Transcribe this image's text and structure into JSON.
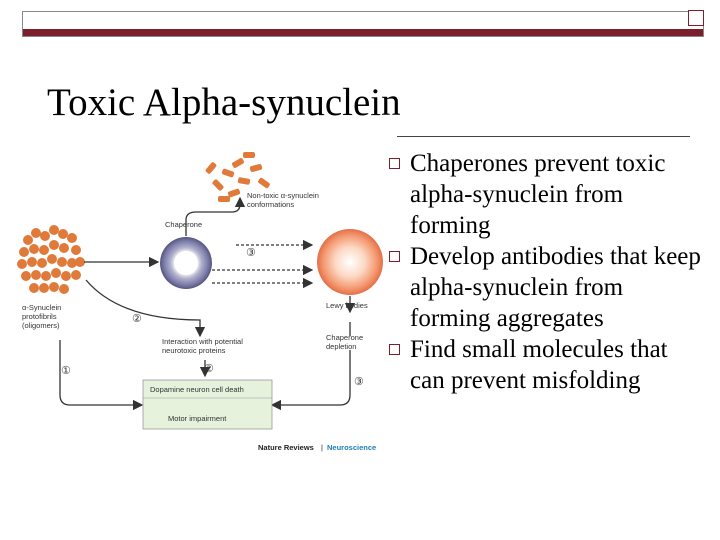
{
  "slide": {
    "title": "Toxic Alpha-synuclein",
    "bullets": [
      "Chaperones prevent toxic alpha-synuclein from forming",
      "Develop antibodies that keep alpha-synuclein from forming aggregates",
      "Find small molecules that can prevent misfolding"
    ]
  },
  "figure": {
    "labels": {
      "non_toxic": [
        "Non-toxic α-synuclein",
        "conformations"
      ],
      "chaperone": "Chaperone",
      "protofibrils": [
        "α-Synuclein",
        "protofibrils",
        "(oligomers)"
      ],
      "lewy_bodies": "Lewy bodies",
      "interaction": [
        "Interaction with potential",
        "neurotoxic proteins"
      ],
      "chaperone_depletion": [
        "Chaperone",
        "depletion"
      ],
      "cell_death": "Dopamine neuron cell death",
      "motor": "Motor impairment",
      "num1": "①",
      "num2": "②",
      "num3": "③"
    },
    "credit_left": "Nature Reviews",
    "credit_sep": "|",
    "credit_right": "Neuroscience"
  },
  "colors": {
    "accent": "#7a1f2b",
    "orange": "#e07a3a",
    "credit_blue": "#1f7fb5",
    "box_green": "#e6f2dc"
  }
}
